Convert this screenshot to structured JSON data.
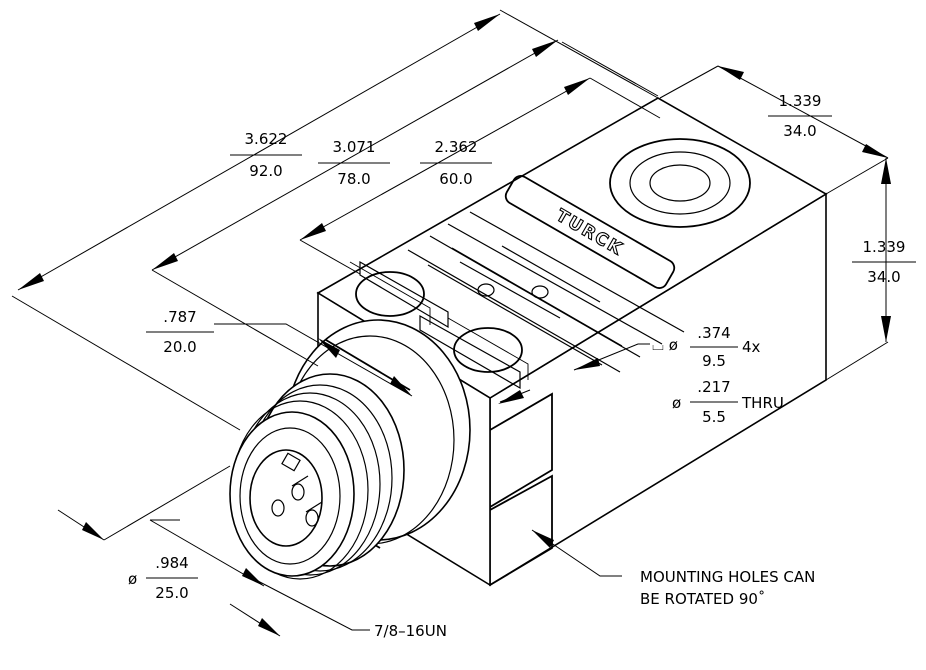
{
  "dimensions": {
    "overall_length": {
      "inch": "3.622",
      "mm": "92.0"
    },
    "housing_length": {
      "inch": "3.071",
      "mm": "78.0"
    },
    "face_length": {
      "inch": "2.362",
      "mm": "60.0"
    },
    "width": {
      "inch": "1.339",
      "mm": "34.0"
    },
    "height": {
      "inch": "1.339",
      "mm": "34.0"
    },
    "connector_offset": {
      "inch": ".787",
      "mm": "20.0"
    },
    "counterbore": {
      "symbol": "⌴ ø",
      "inch": ".374",
      "mm": "9.5",
      "qty": "4x"
    },
    "thru_hole": {
      "symbol": "ø",
      "inch": ".217",
      "mm": "5.5",
      "suffix": "THRU"
    },
    "connector_dia": {
      "symbol": "ø",
      "inch": ".984",
      "mm": "25.0"
    },
    "thread": "7/8–16UN"
  },
  "note": {
    "line1": "MOUNTING HOLES CAN",
    "line2": "BE ROTATED 90˚"
  },
  "brand": "TURCK"
}
